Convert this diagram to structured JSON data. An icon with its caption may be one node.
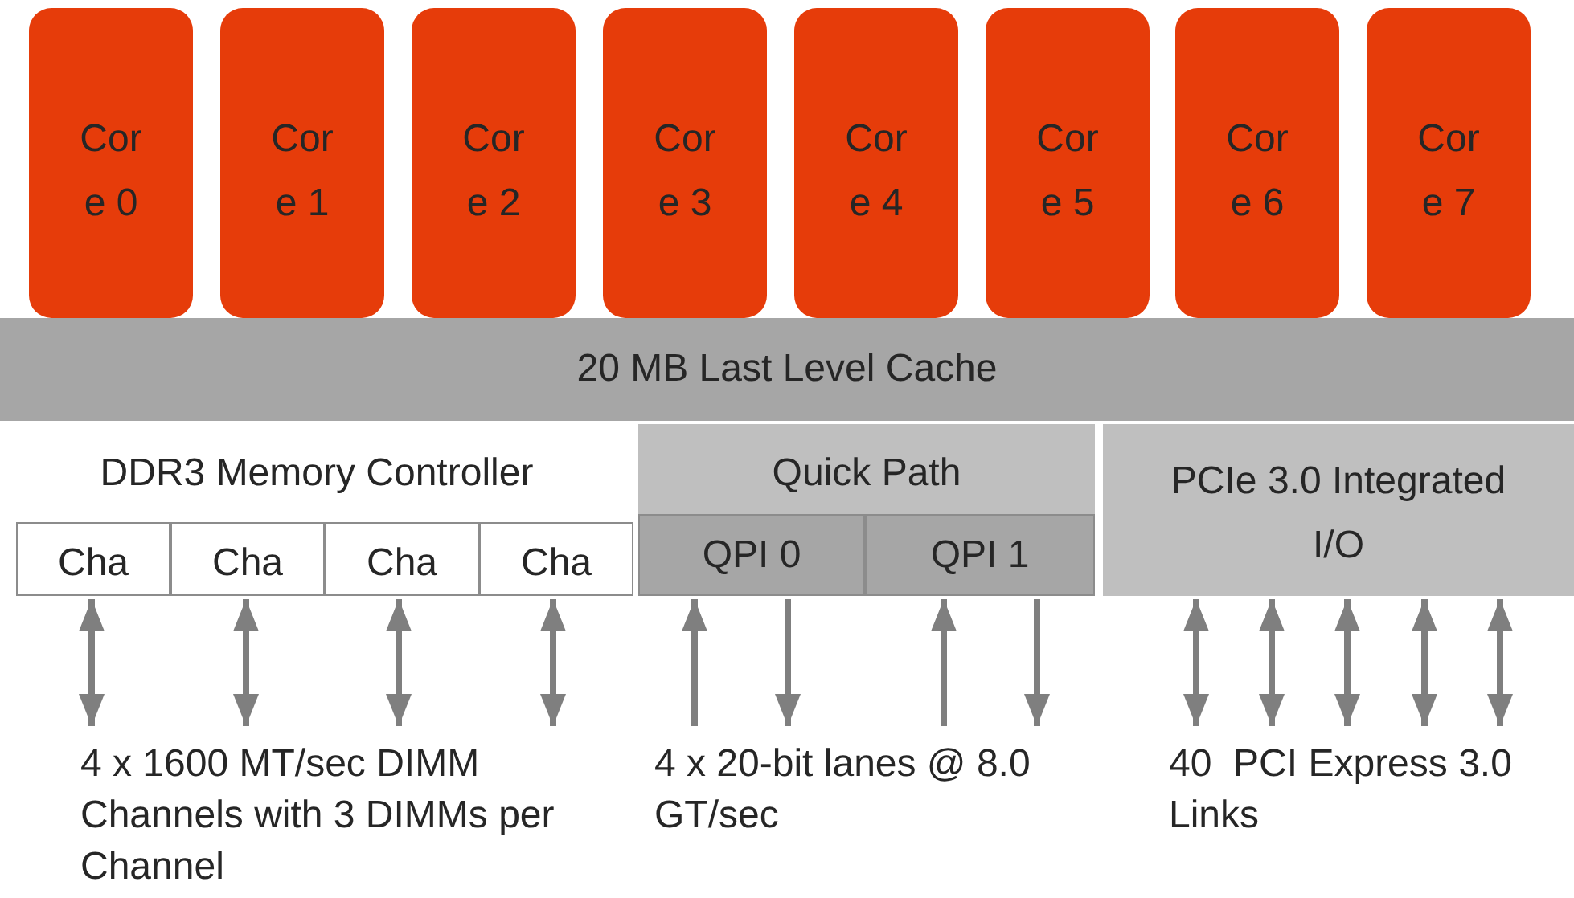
{
  "diagram": {
    "nodes": [
      {
        "text": [
          "Core 0"
        ]
      },
      {
        "text": [
          "Core 1"
        ]
      },
      {
        "text": [
          "Core 2"
        ]
      },
      {
        "text": [
          "Core 3"
        ]
      },
      {
        "text": [
          "Core 4"
        ]
      },
      {
        "text": [
          "Core 5"
        ]
      },
      {
        "text": [
          "Core 6"
        ]
      },
      {
        "text": [
          "Core 7"
        ]
      },
      {
        "text": [
          "20 MB Last Level Cache"
        ]
      },
      {
        "text": [
          "DDR3 Memory Controller"
        ]
      },
      {
        "text": [
          "Cha"
        ],
        "in": 9
      },
      {
        "text": [
          "Cha"
        ],
        "in": 9
      },
      {
        "text": [
          "Cha"
        ],
        "in": 9
      },
      {
        "text": [
          "Cha"
        ],
        "in": 9
      },
      {
        "text": [
          "Quick Path"
        ]
      },
      {
        "text": [
          "QPI 0"
        ],
        "in": 14
      },
      {
        "text": [
          "QPI 1"
        ],
        "in": 14
      },
      {
        "text": [
          "PCIe 3.0 Integrated I/O"
        ]
      },
      {
        "text": [
          "4 x 1600 MT/sec DIMM Channels with 3 DIMMs per Channel"
        ]
      },
      {
        "text": [
          "4 x 20-bit lanes @ 8.0 GT/sec"
        ]
      },
      {
        "text": [
          "40  PCI Express 3.0 Links"
        ]
      }
    ],
    "edges": [
      {
        "from": 10,
        "to": 18,
        "arrow": "both"
      },
      {
        "from": 11,
        "to": 18,
        "arrow": "both"
      },
      {
        "from": 12,
        "to": 18,
        "arrow": "both"
      },
      {
        "from": 13,
        "to": 18,
        "arrow": "both"
      },
      {
        "from": 19,
        "to": 15,
        "arrow": "to"
      },
      {
        "from": 15,
        "to": 19,
        "arrow": "to"
      },
      {
        "from": 19,
        "to": 16,
        "arrow": "to"
      },
      {
        "from": 16,
        "to": 19,
        "arrow": "to"
      },
      {
        "from": 17,
        "to": 20,
        "arrow": "both"
      },
      {
        "from": 17,
        "to": 20,
        "arrow": "both"
      },
      {
        "from": 17,
        "to": 20,
        "arrow": "both"
      },
      {
        "from": 17,
        "to": 20,
        "arrow": "both"
      },
      {
        "from": 17,
        "to": 20,
        "arrow": "both"
      }
    ]
  }
}
